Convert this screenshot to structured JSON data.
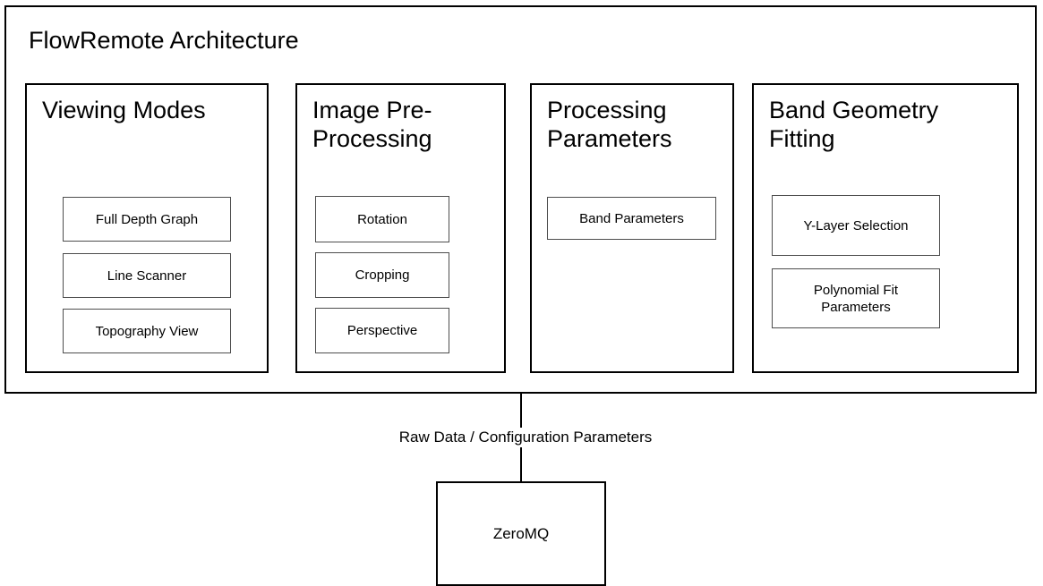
{
  "diagram": {
    "title": "FlowRemote Architecture",
    "panels": [
      {
        "title": "Viewing Modes",
        "items": [
          {
            "label": "Full Depth Graph"
          },
          {
            "label": "Line Scanner"
          },
          {
            "label": "Topography View"
          }
        ]
      },
      {
        "title": "Image Pre-Processing",
        "items": [
          {
            "label": "Rotation"
          },
          {
            "label": "Cropping"
          },
          {
            "label": "Perspective"
          }
        ]
      },
      {
        "title": "Processing Parameters",
        "items": [
          {
            "label": "Band Parameters"
          }
        ]
      },
      {
        "title": "Band Geometry Fitting",
        "items": [
          {
            "label": "Y-Layer Selection"
          },
          {
            "label": "Polynomial Fit Parameters"
          }
        ]
      }
    ],
    "connector": {
      "label": "Raw Data / Configuration Parameters"
    },
    "bottom_node": {
      "label": "ZeroMQ"
    },
    "colors": {
      "stroke": "#000000",
      "item_stroke": "#4d4d4d",
      "background": "#ffffff",
      "text": "#000000"
    }
  }
}
